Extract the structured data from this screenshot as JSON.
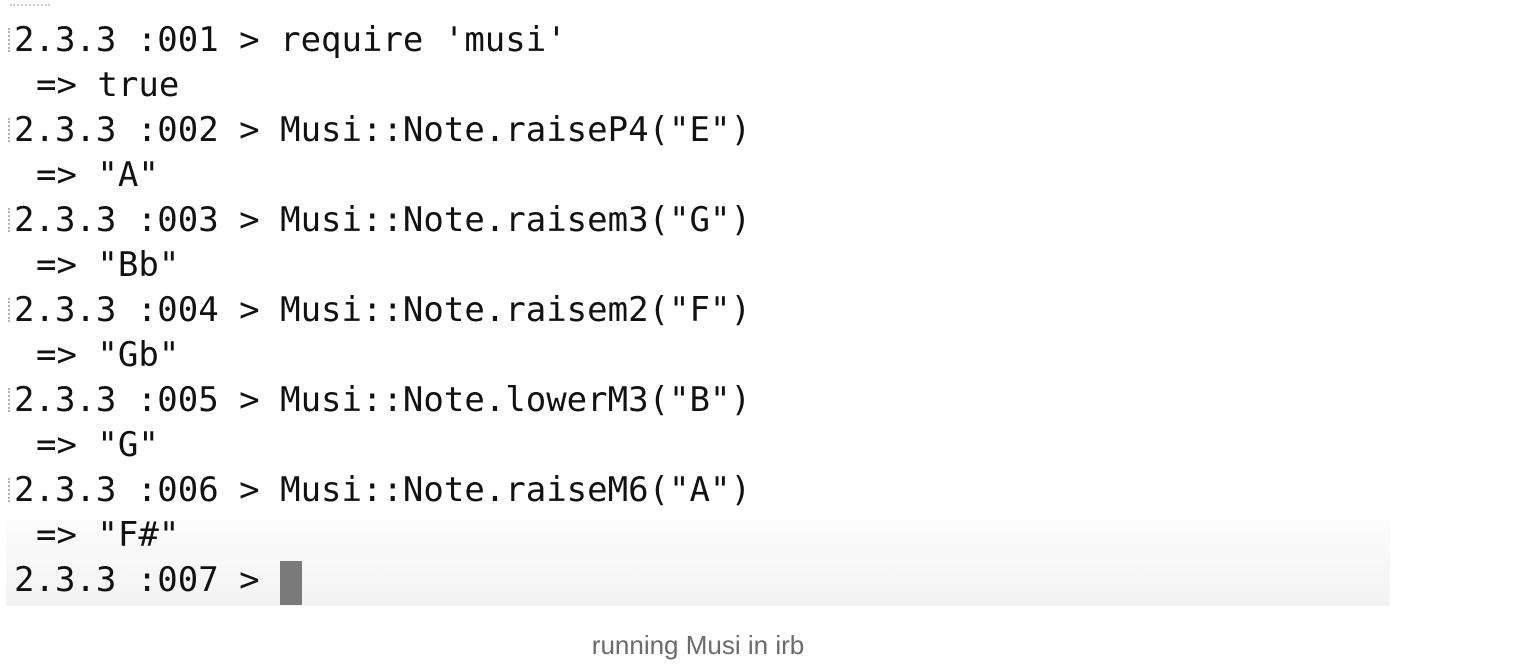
{
  "terminal": {
    "lines": [
      {
        "prompt": "2.3.3 :001 > ",
        "command": "require 'musi'"
      },
      {
        "output": "=> true"
      },
      {
        "prompt": "2.3.3 :002 > ",
        "command": "Musi::Note.raiseP4(\"E\")"
      },
      {
        "output": "=> \"A\""
      },
      {
        "prompt": "2.3.3 :003 > ",
        "command": "Musi::Note.raisem3(\"G\")"
      },
      {
        "output": "=> \"Bb\""
      },
      {
        "prompt": "2.3.3 :004 > ",
        "command": "Musi::Note.raisem2(\"F\")"
      },
      {
        "output": "=> \"Gb\""
      },
      {
        "prompt": "2.3.3 :005 > ",
        "command": "Musi::Note.lowerM3(\"B\")"
      },
      {
        "output": "=> \"G\""
      },
      {
        "prompt": "2.3.3 :006 > ",
        "command": "Musi::Note.raiseM6(\"A\")"
      },
      {
        "output": "=> \"F#\""
      }
    ],
    "current_prompt": "2.3.3 :007 > "
  },
  "caption": "running Musi in irb"
}
